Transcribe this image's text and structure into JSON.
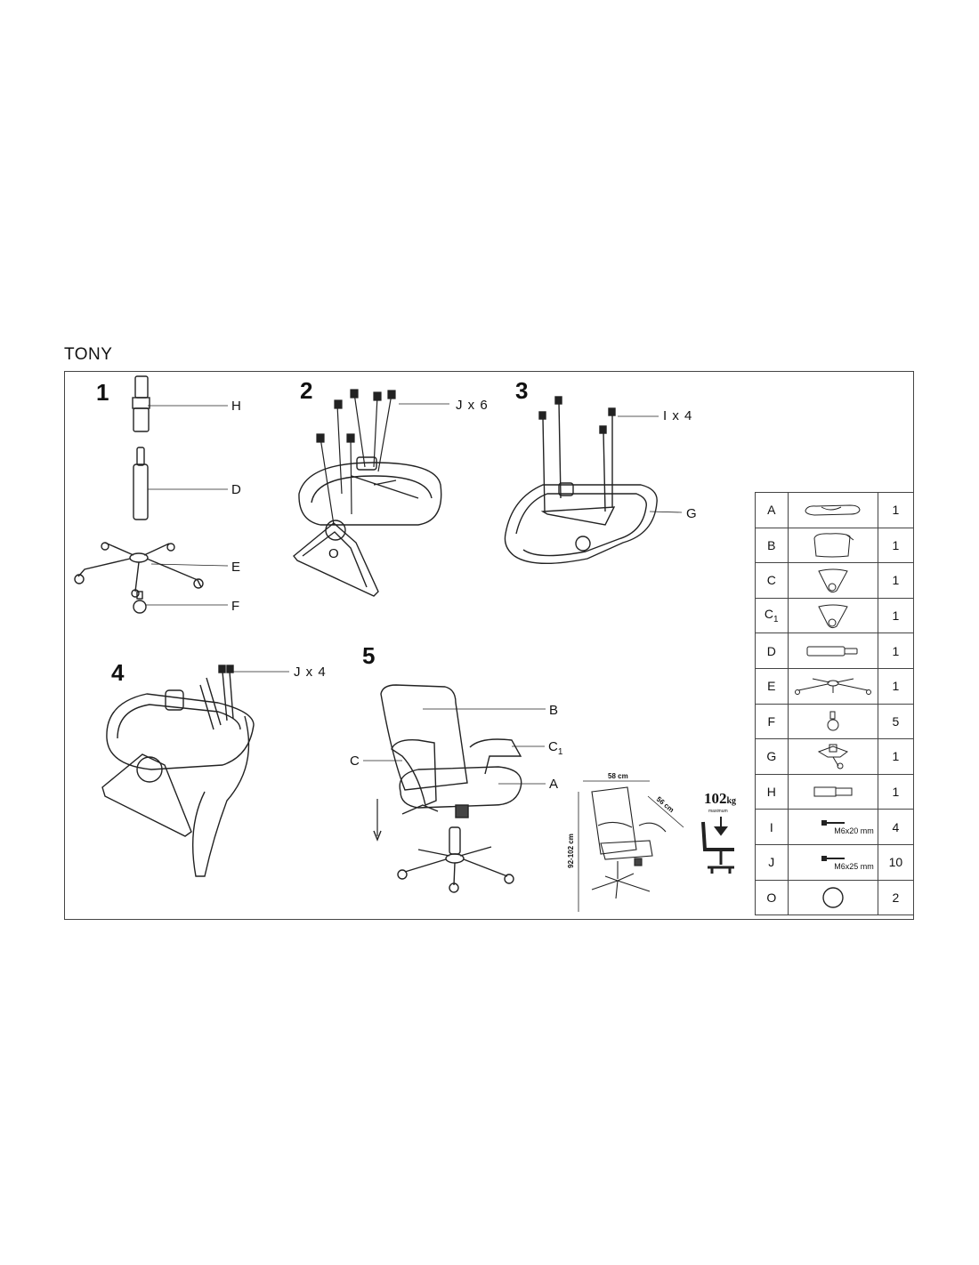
{
  "title": "TONY",
  "steps": {
    "s1": "1",
    "s2": "2",
    "s3": "3",
    "s4": "4",
    "s5": "5"
  },
  "step1_labels": {
    "H": "H",
    "D": "D",
    "E": "E",
    "F": "F"
  },
  "step2": {
    "callout": "J x 6",
    "O": "O"
  },
  "step3": {
    "callout": "I x 4",
    "G": "G"
  },
  "step4": {
    "callout": "J x 4"
  },
  "step5": {
    "B": "B",
    "C1": "C",
    "C1_sub": "1",
    "C": "C",
    "A": "A"
  },
  "dimensions": {
    "width": "58 cm",
    "depth": "56 cm",
    "height": "92-102 cm"
  },
  "max_load": {
    "value": "102",
    "unit": "kg",
    "note": "maximum"
  },
  "parts": [
    {
      "letter": "A",
      "sub": "",
      "icon": "seat-icon",
      "qty": "1",
      "spec": ""
    },
    {
      "letter": "B",
      "sub": "",
      "icon": "backrest-icon",
      "qty": "1",
      "spec": ""
    },
    {
      "letter": "C",
      "sub": "",
      "icon": "armrest-icon",
      "qty": "1",
      "spec": ""
    },
    {
      "letter": "C",
      "sub": "1",
      "icon": "armrest-icon",
      "qty": "1",
      "spec": ""
    },
    {
      "letter": "D",
      "sub": "",
      "icon": "gas-lift-icon",
      "qty": "1",
      "spec": ""
    },
    {
      "letter": "E",
      "sub": "",
      "icon": "star-base-icon",
      "qty": "1",
      "spec": ""
    },
    {
      "letter": "F",
      "sub": "",
      "icon": "caster-icon",
      "qty": "5",
      "spec": ""
    },
    {
      "letter": "G",
      "sub": "",
      "icon": "mechanism-icon",
      "qty": "1",
      "spec": ""
    },
    {
      "letter": "H",
      "sub": "",
      "icon": "cylinder-cover-icon",
      "qty": "1",
      "spec": ""
    },
    {
      "letter": "I",
      "sub": "",
      "icon": "bolt-icon",
      "qty": "4",
      "spec": "M6x20 mm"
    },
    {
      "letter": "J",
      "sub": "",
      "icon": "bolt-icon",
      "qty": "10",
      "spec": "M6x25 mm"
    },
    {
      "letter": "O",
      "sub": "",
      "icon": "ring-icon",
      "qty": "2",
      "spec": ""
    }
  ]
}
